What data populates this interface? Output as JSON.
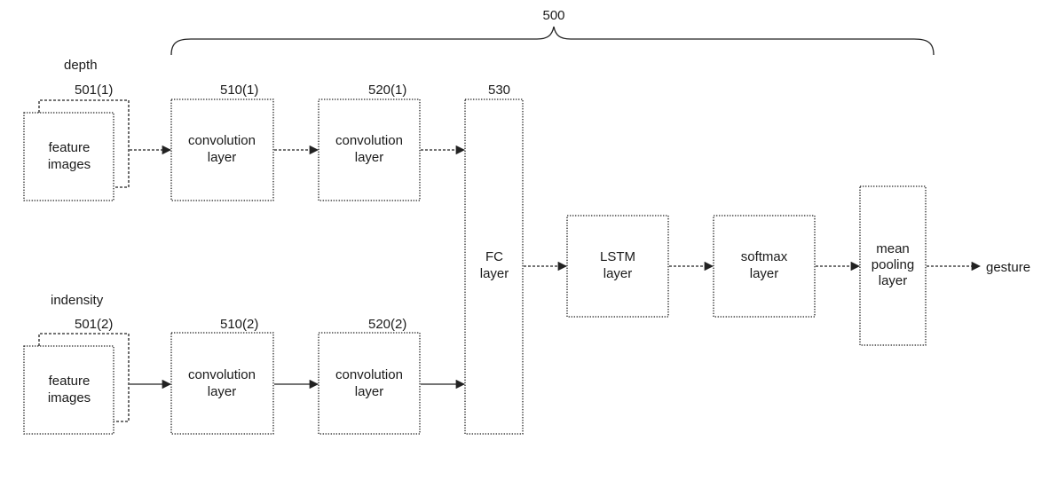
{
  "reference_numeral_network": "500",
  "inputs": [
    {
      "name": "depth",
      "ref": "501(1)",
      "label_line1": "feature",
      "label_line2": "images"
    },
    {
      "name": "indensity",
      "ref": "501(2)",
      "label_line1": "feature",
      "label_line2": "images"
    }
  ],
  "conv_first": [
    {
      "ref": "510(1)",
      "label_line1": "convolution",
      "label_line2": "layer"
    },
    {
      "ref": "510(2)",
      "label_line1": "convolution",
      "label_line2": "layer"
    }
  ],
  "conv_second": [
    {
      "ref": "520(1)",
      "label_line1": "convolution",
      "label_line2": "layer"
    },
    {
      "ref": "520(2)",
      "label_line1": "convolution",
      "label_line2": "layer"
    }
  ],
  "fc": {
    "ref": "530",
    "label_line1": "FC",
    "label_line2": "layer"
  },
  "lstm": {
    "label_line1": "LSTM",
    "label_line2": "layer"
  },
  "softmax": {
    "label_line1": "softmax",
    "label_line2": "layer"
  },
  "mean_pooling": {
    "label_line1": "mean",
    "label_line2": "pooling",
    "label_line3": "layer"
  },
  "output": {
    "label": "gesture"
  }
}
